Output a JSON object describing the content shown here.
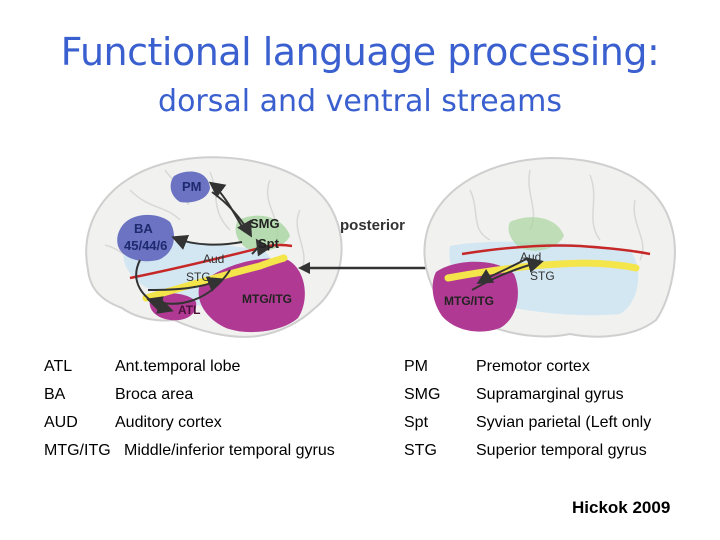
{
  "title": "Functional language processing:",
  "subtitle": "dorsal and ventral streams",
  "diagram": {
    "left_labels": {
      "pm": "PM",
      "ba_line1": "BA",
      "ba_line2": "45/44/6",
      "smg": "SMG",
      "spt": "Spt",
      "aud": "Aud",
      "stg": "STG",
      "mtg": "MTG/ITG",
      "atl": "ATL"
    },
    "posterior": "posterior",
    "right_labels": {
      "aud": "Aud",
      "stg": "STG",
      "mtg": "MTG/ITG"
    }
  },
  "legend": {
    "left": [
      {
        "abbr": "ATL",
        "desc": "Ant.temporal lobe"
      },
      {
        "abbr": "BA",
        "desc": "Broca area"
      },
      {
        "abbr": "AUD",
        "desc": "Auditory cortex"
      },
      {
        "abbr": "MTG/ITG",
        "desc": "Middle/inferior temporal gyrus"
      }
    ],
    "right": [
      {
        "abbr": "PM",
        "desc": "Premotor cortex"
      },
      {
        "abbr": "SMG",
        "desc": "Supramarginal gyrus"
      },
      {
        "abbr": "Spt",
        "desc": "Syvian parietal (Left only"
      },
      {
        "abbr": "STG",
        "desc": "Superior temporal gyrus"
      }
    ]
  },
  "citation": "Hickok 2009",
  "colors": {
    "title": "#3a5fcf",
    "region_blue": "#6b73c2",
    "region_purple": "#b03a93",
    "region_light_blue": "#cfe6f3",
    "region_green": "#a9d6a0",
    "stream_yellow": "#f4e54a",
    "sylvian_red": "#c62828"
  }
}
